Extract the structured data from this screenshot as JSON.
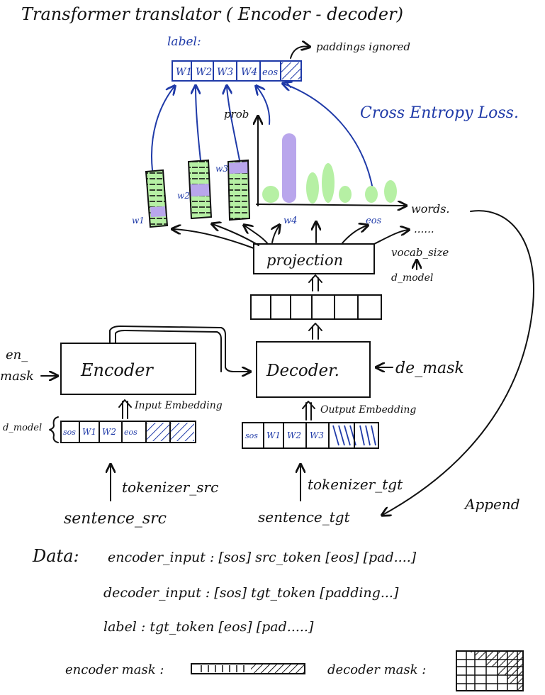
{
  "title": "Transformer translator ( Encoder - decoder)",
  "label_block": {
    "label_text": "label:",
    "tokens": [
      "W1",
      "W2",
      "W3",
      "W4",
      "eos"
    ],
    "paddings_note": "paddings ignored"
  },
  "loss_text": "Cross Entropy Loss.",
  "prob_plot": {
    "y_label": "prob",
    "x_label": "words.",
    "tick_w4": "w4",
    "tick_eos": "eos",
    "more": "......"
  },
  "dist_labels": {
    "w1": "w1",
    "w2": "w2",
    "w3": "w3"
  },
  "projection": {
    "label": "projection",
    "vocab": "vocab_size",
    "dmodel": "d_model"
  },
  "encoder": {
    "label": "Encoder",
    "mask_label_1": "en_",
    "mask_label_2": "mask",
    "embedding": "Input Embedding",
    "dmodel": "d_model",
    "tokens": [
      "sos",
      "W1",
      "W2",
      "eos"
    ],
    "tokenizer": "tokenizer_src",
    "sentence": "sentence_src"
  },
  "decoder": {
    "label": "Decoder.",
    "mask_label": "de_mask",
    "embedding": "Output Embedding",
    "tokens": [
      "sos",
      "W1",
      "W2",
      "W3"
    ],
    "tokenizer": "tokenizer_tgt",
    "sentence": "sentence_tgt"
  },
  "append_text": "Append",
  "data_section": {
    "header": "Data:",
    "lines": [
      "encoder_input : [sos] src_token [eos] [pad....]",
      "decoder_input : [sos] tgt_token [padding...]",
      "label : tgt_token [eos] [pad.....]"
    ]
  },
  "masks": {
    "encoder_mask_label": "encoder mask :",
    "decoder_mask_label": "decoder mask :"
  },
  "colors": {
    "green": "#b6f0a4",
    "purple": "#b9a6ec",
    "blue": "#1f3aa8",
    "ink": "#111111"
  }
}
